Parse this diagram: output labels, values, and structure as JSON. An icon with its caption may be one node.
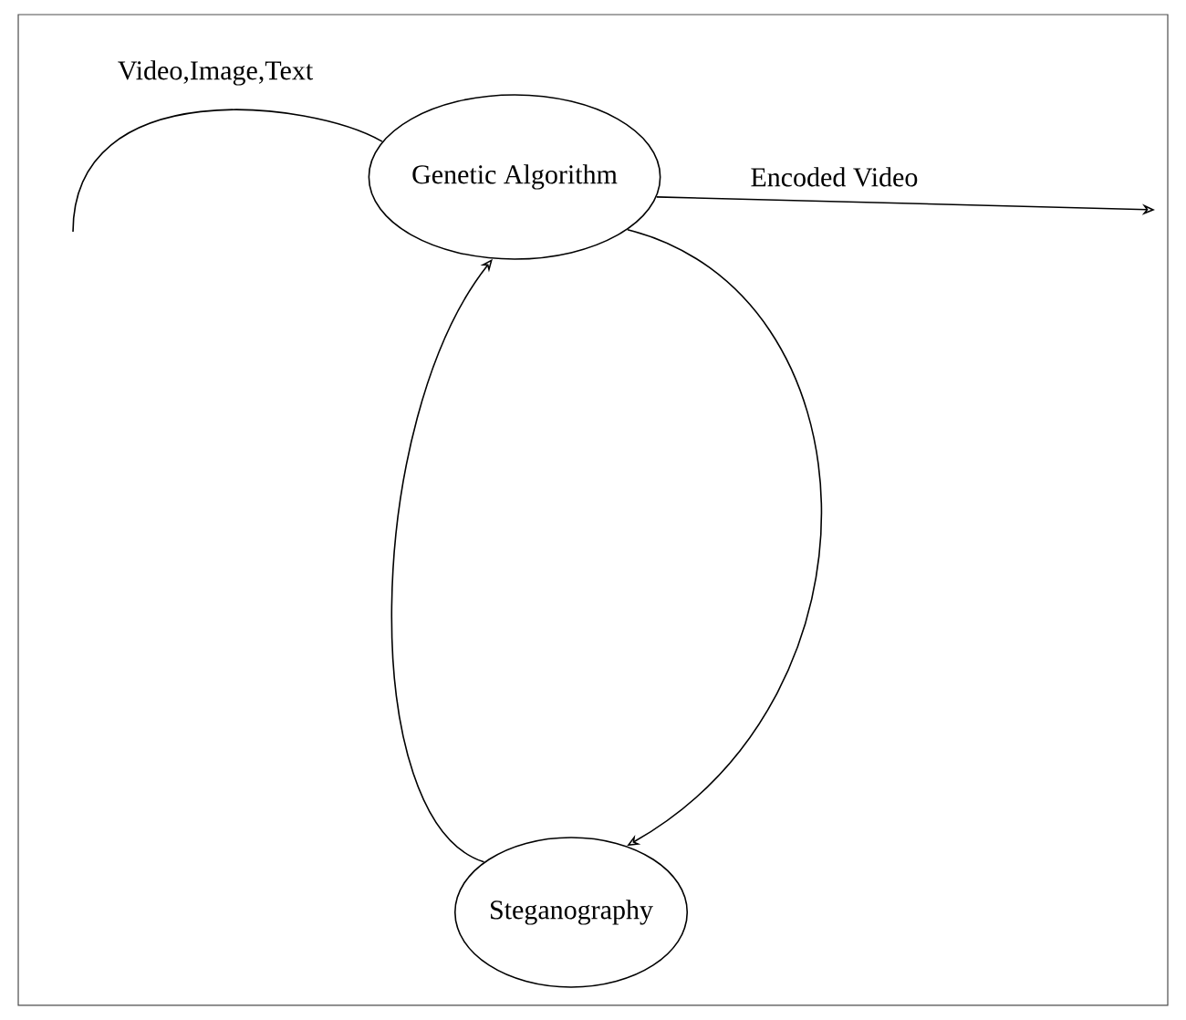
{
  "diagram": {
    "nodes": [
      {
        "text": [
          "Genetic Algorithm"
        ]
      },
      {
        "text": [
          "Steganography"
        ]
      }
    ],
    "edges": [
      {
        "from": null,
        "to": 0,
        "arrow": "none",
        "label": "Video,Image,Text"
      },
      {
        "from": 0,
        "to": null,
        "arrow": "to",
        "label": "Encoded Video"
      },
      {
        "from": 0,
        "to": 1,
        "arrow": "to"
      },
      {
        "from": 1,
        "to": 0,
        "arrow": "to"
      }
    ]
  }
}
